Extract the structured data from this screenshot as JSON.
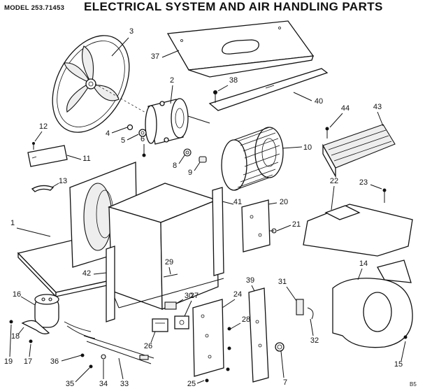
{
  "header": {
    "model": "MODEL 253.71453",
    "title": "ELECTRICAL SYSTEM AND AIR HANDLING PARTS"
  },
  "footer": {
    "page_code": "B5"
  },
  "part_numbers": [
    {
      "id": "1",
      "label": "1"
    },
    {
      "id": "2",
      "label": "2"
    },
    {
      "id": "3",
      "label": "3"
    },
    {
      "id": "4",
      "label": "4"
    },
    {
      "id": "5",
      "label": "5"
    },
    {
      "id": "6",
      "label": "6"
    },
    {
      "id": "7",
      "label": "7"
    },
    {
      "id": "8",
      "label": "8"
    },
    {
      "id": "9",
      "label": "9"
    },
    {
      "id": "10",
      "label": "10"
    },
    {
      "id": "11",
      "label": "11"
    },
    {
      "id": "12",
      "label": "12"
    },
    {
      "id": "13",
      "label": "13"
    },
    {
      "id": "14",
      "label": "14"
    },
    {
      "id": "15",
      "label": "15"
    },
    {
      "id": "16",
      "label": "16"
    },
    {
      "id": "17",
      "label": "17"
    },
    {
      "id": "18",
      "label": "18"
    },
    {
      "id": "19",
      "label": "19"
    },
    {
      "id": "20",
      "label": "20"
    },
    {
      "id": "21",
      "label": "21"
    },
    {
      "id": "22",
      "label": "22"
    },
    {
      "id": "23",
      "label": "23"
    },
    {
      "id": "24",
      "label": "24"
    },
    {
      "id": "25",
      "label": "25"
    },
    {
      "id": "26",
      "label": "26"
    },
    {
      "id": "27",
      "label": "27"
    },
    {
      "id": "28",
      "label": "28"
    },
    {
      "id": "29",
      "label": "29"
    },
    {
      "id": "30",
      "label": "30"
    },
    {
      "id": "31",
      "label": "31"
    },
    {
      "id": "32",
      "label": "32"
    },
    {
      "id": "33",
      "label": "33"
    },
    {
      "id": "34",
      "label": "34"
    },
    {
      "id": "35",
      "label": "35"
    },
    {
      "id": "36",
      "label": "36"
    },
    {
      "id": "37",
      "label": "37"
    },
    {
      "id": "38",
      "label": "38"
    },
    {
      "id": "39",
      "label": "39"
    },
    {
      "id": "40",
      "label": "40"
    },
    {
      "id": "41",
      "label": "41"
    },
    {
      "id": "42",
      "label": "42"
    },
    {
      "id": "43",
      "label": "43"
    },
    {
      "id": "44",
      "label": "44"
    }
  ]
}
